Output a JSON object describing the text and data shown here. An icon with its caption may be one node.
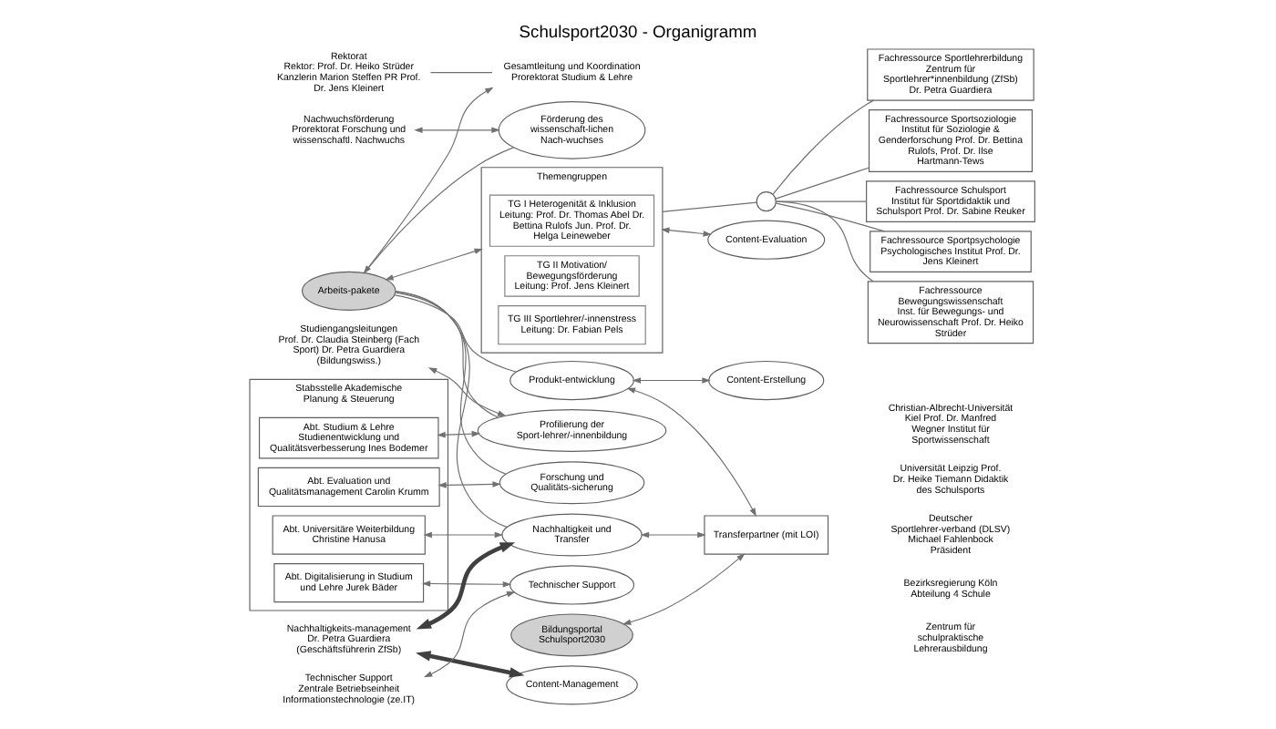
{
  "diagram": {
    "title": "Schulsport2030 - Organigramm",
    "nodes": [
      {
        "text": [
          "Rektorat",
          "Rektor: Prof. Dr. Heiko Strüder Kanzlerin Marion Steffen PR Prof. Dr. Jens Kleinert"
        ]
      },
      {
        "text": [
          "Gesamtleitung und Koordination",
          "Prorektorat Studium & Lehre"
        ]
      },
      {
        "text": [
          "Nachwuchsförderung",
          "Prorektorat Forschung und wissenschaftl. Nachwuchs"
        ]
      },
      {
        "text": [
          "Stabsstelle Akademische Planung & Steuerung"
        ]
      },
      {
        "text": [
          "Abt. Evaluation und Qualitätsmanagement Carolin Krumm"
        ],
        "in": 3
      },
      {
        "text": [
          "Abt. Studium & Lehre Studienentwicklung und Qualitätsverbesserung Ines Bodemer"
        ],
        "in": 3
      },
      {
        "text": [
          "Abt. Digitalisierung in Studium und Lehre Jurek Bäder"
        ],
        "in": 3
      },
      {
        "text": [
          "Abt. Universitäre Weiterbildung Christine Hanusa"
        ],
        "in": 3
      },
      {
        "text": [
          "Studiengangsleitungen",
          "Prof. Dr. Claudia Steinberg (Fach Sport) Dr. Petra Guardiera (Bildungswiss.)"
        ]
      },
      {
        "text": [
          "Nachhaltigkeits-management",
          "Dr. Petra Guardiera (Geschäftsführerin ZfSb)"
        ]
      },
      {
        "text": [
          "Technischer Support",
          "Zentrale Betriebseinheit Informationstechnologie (ze.IT)"
        ]
      },
      {
        "text": [
          "Arbeits-pakete"
        ]
      },
      {
        "text": [
          "Forschung und Qualitäts-sicherung"
        ]
      },
      {
        "text": [
          "Förderung des wissenschaft-lichen Nach-wuchses"
        ]
      },
      {
        "text": [
          "Produkt-entwicklung"
        ]
      },
      {
        "text": [
          "Profilierung der Sport-lehrer/-innenbildung"
        ]
      },
      {
        "text": [
          "Nachhaltigkeit und Transfer"
        ]
      },
      {
        "text": [
          "Themengruppen"
        ]
      },
      {
        "text": [
          "TG I Heterogenität & Inklusion",
          "Leitung: Prof. Dr. Thomas Abel Dr. Bettina Rulofs Jun. Prof. Dr. Helga Leineweber"
        ],
        "in": 17
      },
      {
        "text": [
          "TG II Motivation/ Bewegungsförderung",
          "Leitung: Prof. Jens Kleinert"
        ],
        "in": 17
      },
      {
        "text": [
          "TG III Sportlehrer/-innenstress",
          "Leitung: Dr. Fabian Pels"
        ],
        "in": 17
      },
      {
        "text": [],
        "shape": "circle"
      },
      {
        "text": [
          "Fachressource Sportlehrerbildung",
          "Zentrum für Sportlehrer*innenbildung (ZfSb) Dr. Petra Guardiera"
        ]
      },
      {
        "text": [
          "Fachressource Sportsoziologie",
          "Institut für Soziologie & Genderforschung Prof. Dr. Bettina Rulofs, Prof. Dr. Ilse Hartmann-Tews"
        ]
      },
      {
        "text": [
          "Fachressource Schulsport",
          "Institut für Sportdidaktik und Schulsport Prof. Dr. Sabine Reuker"
        ]
      },
      {
        "text": [
          "Fachressource Sportpsychologie",
          "Psychologisches Institut Prof. Dr. Jens Kleinert"
        ]
      },
      {
        "text": [
          "Fachressource Bewegungswissenschaft",
          "Inst. für Bewegungs- und Neurowissenschaft Prof. Dr. Heiko Strüder"
        ]
      },
      {
        "text": [
          "Content-Evaluation"
        ]
      },
      {
        "text": [
          "Content-Erstellung"
        ]
      },
      {
        "text": [
          "Bildungsportal Schulsport2030"
        ]
      },
      {
        "text": [
          "Content-Management"
        ]
      },
      {
        "text": [
          "Technischer Support"
        ]
      },
      {
        "text": [
          "Transferpartner (mit LOI)"
        ]
      }
    ],
    "edges": [
      {
        "from": 0,
        "to": 1,
        "arrow": "none"
      },
      {
        "from": 11,
        "to": 1,
        "arrow": "both"
      },
      {
        "from": 2,
        "to": 13,
        "arrow": "both"
      },
      {
        "from": 4,
        "to": 12,
        "arrow": "both"
      },
      {
        "from": 5,
        "to": 15,
        "arrow": "both"
      },
      {
        "from": 6,
        "to": 31,
        "arrow": "both"
      },
      {
        "from": 10,
        "to": 31,
        "arrow": "both"
      },
      {
        "from": 7,
        "to": 16,
        "arrow": "both"
      },
      {
        "from": 8,
        "to": 15,
        "arrow": "both"
      },
      {
        "from": 9,
        "to": 16,
        "arrow": "both",
        "style": "thick"
      },
      {
        "from": 9,
        "to": 30,
        "arrow": "both",
        "style": "thick"
      },
      {
        "from": 11,
        "to": 12,
        "arrow": "none"
      },
      {
        "from": 11,
        "to": 13,
        "arrow": "none"
      },
      {
        "from": 11,
        "to": 14,
        "arrow": "none"
      },
      {
        "from": 11,
        "to": 15,
        "arrow": "none"
      },
      {
        "from": 11,
        "to": 16,
        "arrow": "none"
      },
      {
        "from": 11,
        "to": 17,
        "arrow": "both"
      },
      {
        "from": 17,
        "to": 27,
        "arrow": "both"
      },
      {
        "from": 14,
        "to": 28,
        "arrow": "both"
      },
      {
        "from": 14,
        "to": 32,
        "arrow": "both"
      },
      {
        "from": 16,
        "to": 32,
        "arrow": "both"
      },
      {
        "from": 29,
        "to": 32,
        "arrow": "both"
      },
      {
        "from": 17,
        "to": 21,
        "arrow": "none"
      },
      {
        "from": 21,
        "to": 22,
        "arrow": "none"
      },
      {
        "from": 21,
        "to": 23,
        "arrow": "none"
      },
      {
        "from": 21,
        "to": 24,
        "arrow": "none"
      },
      {
        "from": 21,
        "to": 25,
        "arrow": "none"
      },
      {
        "from": 21,
        "to": 26,
        "arrow": "none"
      }
    ],
    "labels": [
      "Christian-Albrecht-Universität Kiel Prof. Dr. Manfred Wegner Institut für Sportwissenschaft",
      "Universität Leipzig Prof. Dr. Heike Tiemann Didaktik des Schulsports",
      "Deutscher Sportlehrer-verband (DLSV) Michael Fahlenbock Präsident",
      "Bezirksregierung Köln Abteilung 4 Schule",
      "Zentrum für schulpraktische Lehrerausbildung"
    ]
  }
}
